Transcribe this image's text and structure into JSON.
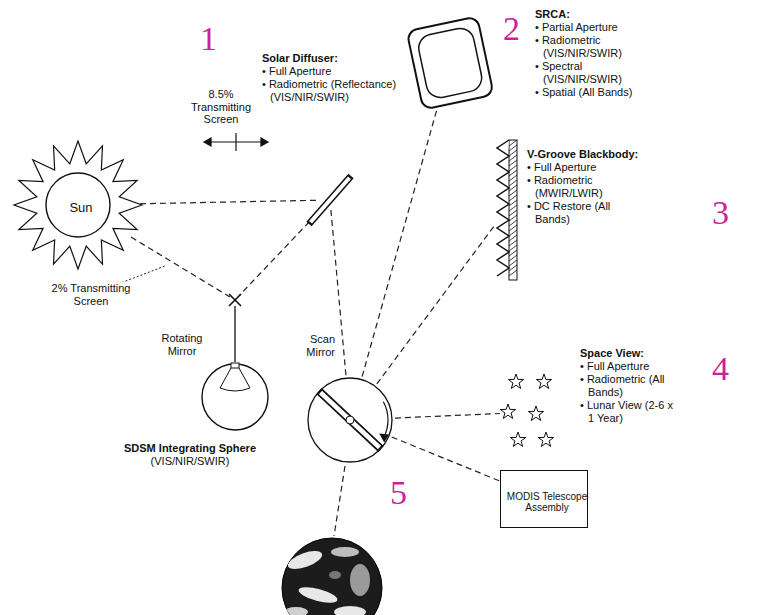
{
  "diagram": {
    "nodes": [
      {
        "text": [
          "Sun"
        ]
      },
      {
        "text": [
          "Solar Diffuser:",
          "• Full Aperture",
          "• Radiometric (Reflectance) (VIS/NIR/SWIR)"
        ]
      },
      {
        "text": [
          "SRCA:",
          "• Partial Aperture",
          "• Radiometric (VIS/NIR/SWIR)",
          "• Spectral (VIS/NIR/SWIR)",
          "• Spatial (All Bands)"
        ]
      },
      {
        "text": [
          "V-Groove Blackbody:",
          "• Full Aperture",
          "• Radiometric (MWIR/LWIR)",
          "• DC Restore (All Bands)"
        ]
      },
      {
        "text": [
          "Rotating Mirror"
        ]
      },
      {
        "text": [
          "Scan Mirror"
        ]
      },
      {
        "text": [
          "Space View:",
          "• Full Aperture",
          "• Radiometric (All Bands)",
          "• Lunar View (2-6 x 1 Year)"
        ]
      },
      {
        "text": [
          "SDSM Integrating Sphere",
          "(VIS/NIR/SWIR)"
        ]
      },
      {
        "text": [
          "MODIS Telescope Assembly"
        ]
      }
    ],
    "edges": [
      {
        "from": 0,
        "to": 1,
        "arrow": "none"
      },
      {
        "from": 0,
        "to": 4,
        "arrow": "none"
      },
      {
        "from": 1,
        "to": 4,
        "arrow": "none"
      },
      {
        "from": 1,
        "to": 5,
        "arrow": "none"
      },
      {
        "from": 4,
        "to": 7,
        "arrow": "none"
      },
      {
        "from": 5,
        "to": 2,
        "arrow": "none"
      },
      {
        "from": 5,
        "to": 3,
        "arrow": "none"
      },
      {
        "from": 5,
        "to": 6,
        "arrow": "none"
      },
      {
        "from": 5,
        "to": 8,
        "arrow": "none"
      }
    ],
    "labels": [
      "1",
      "2",
      "3",
      "4",
      "5",
      "8.5% Transmitting Screen",
      "2% Transmitting Screen"
    ]
  }
}
